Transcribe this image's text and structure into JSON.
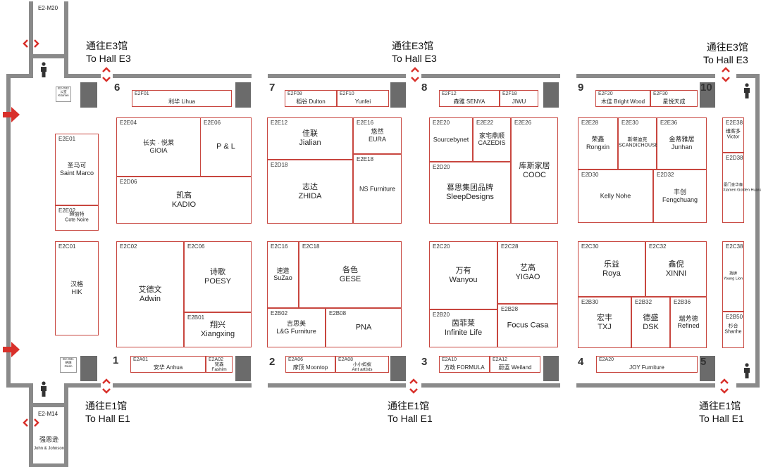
{
  "corridor_labels": {
    "top_left_corner": "E2-M20",
    "bottom_left_code": "E2-M14",
    "bottom_left_name1": "强恩逊",
    "bottom_left_name2": "John & Johnson"
  },
  "directions": {
    "e3_cn": "通往E3馆",
    "e3_en": "To Hall E3",
    "e1_cn": "通往E1馆",
    "e1_en": "To Hall E1"
  },
  "hall_numbers": [
    "1",
    "2",
    "3",
    "4",
    "5",
    "6",
    "7",
    "8",
    "9",
    "10"
  ],
  "small_service": [
    {
      "code": "E2-G02",
      "name": "公室",
      "name2": "Kitomei"
    },
    {
      "code": "E2-G01",
      "name": "格施",
      "name2": "Geen"
    }
  ],
  "booths": [
    {
      "code": "E2E01",
      "n1": "圣马可",
      "n2": "Saint Marco"
    },
    {
      "code": "E2E02",
      "n1": "缔丽特",
      "n2": "Cote Noire"
    },
    {
      "code": "E2C01",
      "n1": "汉格",
      "n2": "HIK"
    },
    {
      "code": "E2E04",
      "n1": "长实 · 悦莱",
      "n2": "GIOIA"
    },
    {
      "code": "E2E06",
      "n1": "P & L",
      "n2": ""
    },
    {
      "code": "E2D06",
      "n1": "凯高",
      "n2": "KADIO"
    },
    {
      "code": "E2C02",
      "n1": "艾德文",
      "n2": "Adwin"
    },
    {
      "code": "E2C06",
      "n1": "诗歌",
      "n2": "POESY"
    },
    {
      "code": "E2B01",
      "n1": "翔兴",
      "n2": "Xiangxing"
    },
    {
      "code": "E2E12",
      "n1": "佳联",
      "n2": "Jialian"
    },
    {
      "code": "E2E16",
      "n1": "悠然",
      "n2": "EURA"
    },
    {
      "code": "E2E18",
      "n1": "NS Furniture",
      "n2": ""
    },
    {
      "code": "E2D18",
      "n1": "志达",
      "n2": "ZHIDA"
    },
    {
      "code": "E2C16",
      "n1": "速造",
      "n2": "SuZao"
    },
    {
      "code": "E2C18",
      "n1": "各色",
      "n2": "GESE"
    },
    {
      "code": "E2B02",
      "n1": "吉思美",
      "n2": "L&G Furniture"
    },
    {
      "code": "E2B08",
      "n1": "PNA",
      "n2": ""
    },
    {
      "code": "E2E20",
      "n1": "Sourcebynet",
      "n2": ""
    },
    {
      "code": "E2E22",
      "n1": "家宅鼎顺",
      "n2": "CAZEDIS"
    },
    {
      "code": "E2E26",
      "n1": "库斯家居",
      "n2": "COOC"
    },
    {
      "code": "E2D20",
      "n1": "慕思集团品牌",
      "n2": "SleepDesigns"
    },
    {
      "code": "E2C20",
      "n1": "万有",
      "n2": "Wanyou"
    },
    {
      "code": "E2C28",
      "n1": "艺高",
      "n2": "YIGAO"
    },
    {
      "code": "E2B20",
      "n1": "茵菲莱",
      "n2": "Infinite Life"
    },
    {
      "code": "E2B28",
      "n1": "Focus Casa",
      "n2": ""
    },
    {
      "code": "E2E28",
      "n1": "荣鑫",
      "n2": "Rongxin"
    },
    {
      "code": "E2E30",
      "n1": "斯堪迪克",
      "n2": "SCANDICHOUSE"
    },
    {
      "code": "E2E36",
      "n1": "金蒂雅居",
      "n2": "Junhan"
    },
    {
      "code": "E2D30",
      "n1": "Kelly Nohe",
      "n2": ""
    },
    {
      "code": "E2D32",
      "n1": "丰创",
      "n2": "Fengchuang"
    },
    {
      "code": "E2C30",
      "n1": "乐益",
      "n2": "Roya"
    },
    {
      "code": "E2C32",
      "n1": "鑫倪",
      "n2": "XINNI"
    },
    {
      "code": "E2B30",
      "n1": "宏丰",
      "n2": "TXJ"
    },
    {
      "code": "E2B32",
      "n1": "德盛",
      "n2": "DSK"
    },
    {
      "code": "E2B36",
      "n1": "瑞芳德",
      "n2": "Refined"
    },
    {
      "code": "E2E38",
      "n1": "维客多",
      "n2": "Victor"
    },
    {
      "code": "E2D38",
      "n1": "厦门金华森",
      "n2": "Xiamen Golden Huana"
    },
    {
      "code": "E2C38",
      "n1": "扬狮",
      "n2": "Young Lion"
    },
    {
      "code": "E2B50",
      "n1": "杉合",
      "n2": "Shanhe"
    }
  ],
  "strips": [
    {
      "code": "E2F01",
      "n1": "利华 Lihua",
      "n2": ""
    },
    {
      "code": "E2F08",
      "n1": "稻谷 Dulton",
      "n2": ""
    },
    {
      "code": "E2F10",
      "n1": "Yunfei",
      "n2": ""
    },
    {
      "code": "E2F12",
      "n1": "森雅 SENYA",
      "n2": ""
    },
    {
      "code": "E2F18",
      "n1": "JIWU",
      "n2": ""
    },
    {
      "code": "E2F20",
      "n1": "木佳 Bright Wood",
      "n2": ""
    },
    {
      "code": "E2F30",
      "n1": "星悦天成",
      "n2": ""
    },
    {
      "code": "E2A01",
      "n1": "安华 Anhua",
      "n2": ""
    },
    {
      "code": "E2A02",
      "n1": "梵森",
      "n2": "Fashim"
    },
    {
      "code": "E2A06",
      "n1": "摩顶 Moontop",
      "n2": ""
    },
    {
      "code": "E2A08",
      "n1": "小小蚂蚁",
      "n2": "Ant artists"
    },
    {
      "code": "E2A10",
      "n1": "方政 FORMULA",
      "n2": ""
    },
    {
      "code": "E2A12",
      "n1": "蔚蓝 Weiland",
      "n2": ""
    },
    {
      "code": "E2A20",
      "n1": "JOY Furniture",
      "n2": ""
    }
  ],
  "colors": {
    "booth_border": "#c8463f",
    "wall": "#8a8a8a",
    "arrow": "#d8302a",
    "pillar": "#6b6b6b"
  }
}
